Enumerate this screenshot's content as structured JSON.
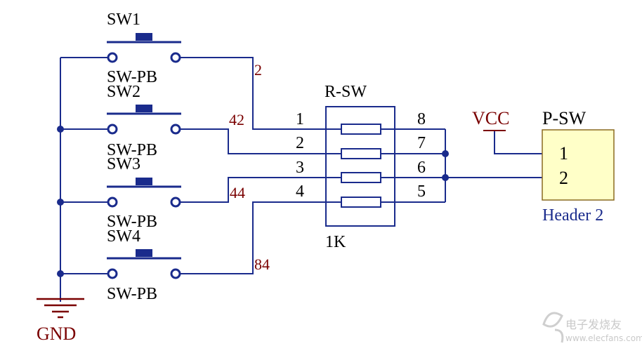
{
  "switches": [
    {
      "ref": "SW1",
      "part": "SW-PB"
    },
    {
      "ref": "SW2",
      "part": "SW-PB"
    },
    {
      "ref": "SW3",
      "part": "SW-PB"
    },
    {
      "ref": "SW4",
      "part": "SW-PB"
    }
  ],
  "nets": [
    "2",
    "42",
    "44",
    "84"
  ],
  "resistor_network": {
    "ref": "R-SW",
    "value": "1K",
    "left_pins": [
      "1",
      "2",
      "3",
      "4"
    ],
    "right_pins": [
      "8",
      "7",
      "6",
      "5"
    ]
  },
  "power": {
    "vcc": "VCC",
    "gnd": "GND"
  },
  "header": {
    "ref": "P-SW",
    "part": "Header 2",
    "pins": [
      "1",
      "2"
    ]
  },
  "watermark": {
    "cn": "电子发烧友",
    "url": "www.elecfans.com"
  }
}
